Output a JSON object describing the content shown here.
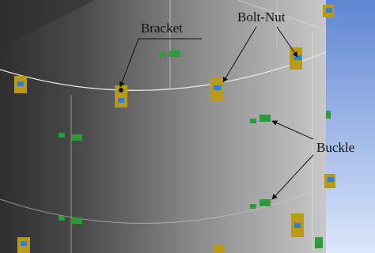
{
  "labels": {
    "bracket": "Bracket",
    "bolt_nut": "Bolt-Nut",
    "buckle": "Buckle"
  },
  "colors": {
    "shell_dark": "#3e3e3e",
    "shell_mid": "#8a8a8a",
    "shell_light": "#c4c4c4",
    "sky_top": "#5f86d2",
    "sky_bottom": "#d9e6fb",
    "bracket_yellow": "#b79a1a",
    "bolt_blue": "#2f7fd8",
    "buckle_green": "#2f9a3c",
    "seam_line": "#e8e8e8"
  },
  "icons": [
    "bracket-icon",
    "bolt-nut-icon",
    "buckle-icon",
    "leader-arrow"
  ]
}
